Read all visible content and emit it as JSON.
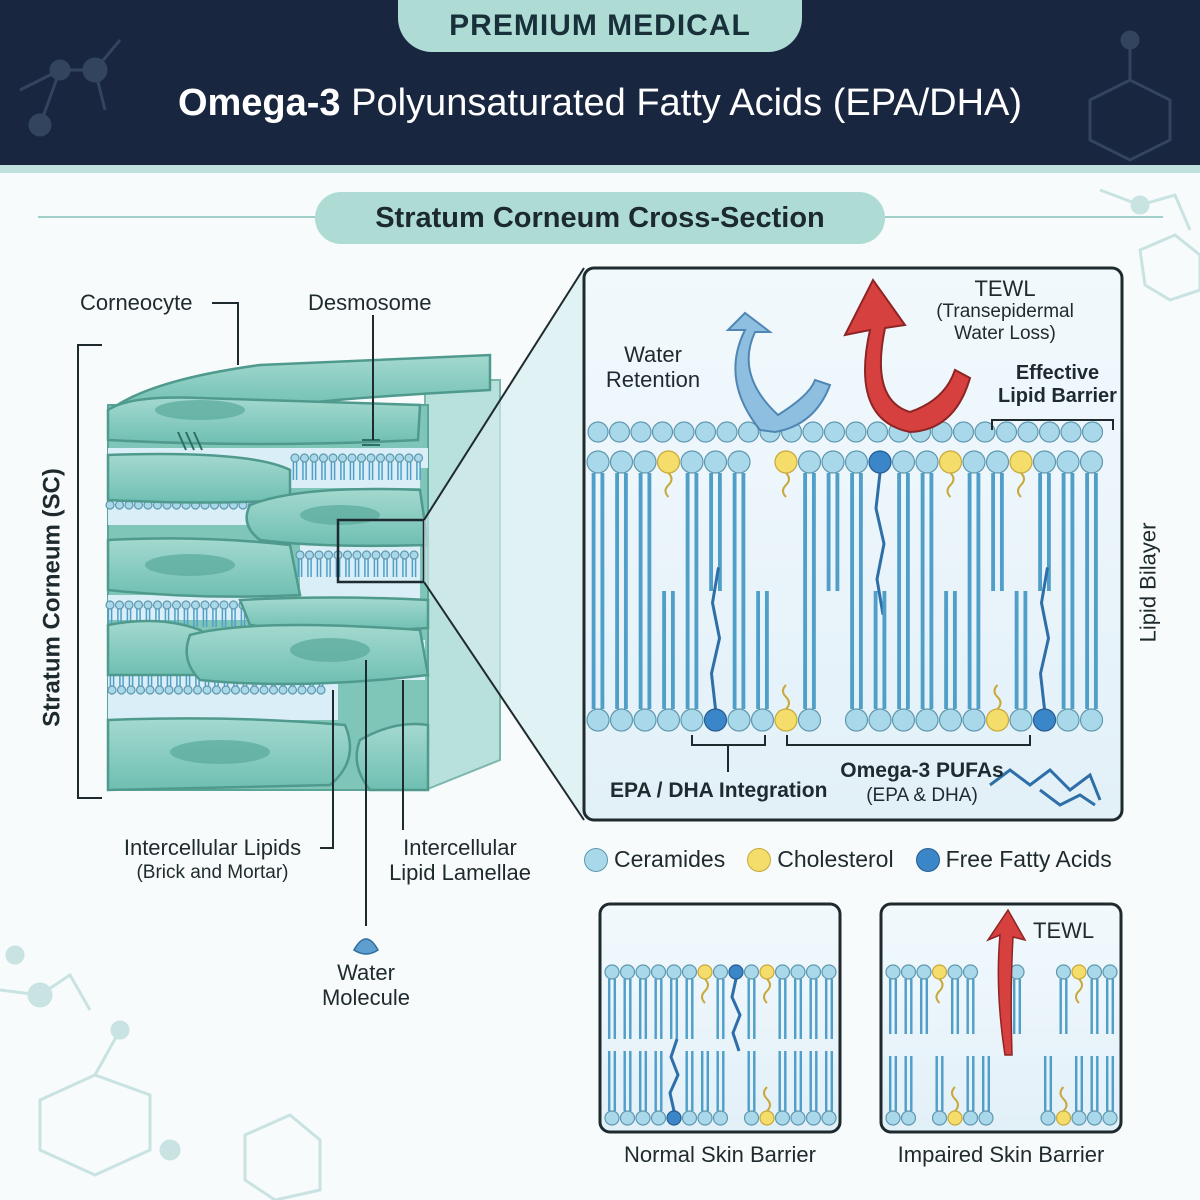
{
  "header": {
    "badge": "PREMIUM MEDICAL",
    "title_bold": "Omega-3",
    "title_rest": " Polyunsaturated Fatty Acids (EPA/DHA)"
  },
  "section_title": "Stratum Corneum Cross-Section",
  "left_diagram": {
    "corneocyte": "Corneocyte",
    "desmosome": "Desmosome",
    "stratum_corneum": "Stratum Corneum (SC)",
    "intercellular_lipids": "Intercellular Lipids",
    "brick_mortar": "(Brick and Mortar)",
    "lamellae_line1": "Intercellular",
    "lamellae_line2": "Lipid Lamellae",
    "water_line1": "Water",
    "water_line2": "Molecule"
  },
  "zoom_panel": {
    "tewl": "TEWL",
    "tewl_full_1": "(Transepidermal",
    "tewl_full_2": "Water Loss)",
    "water_retention_1": "Water",
    "water_retention_2": "Retention",
    "effective_1": "Effective",
    "effective_2": "Lipid Barrier",
    "lipid_bilayer": "Lipid Bilayer",
    "epa_dha": "EPA / DHA Integration",
    "omega_pufas": "Omega-3 PUFAs",
    "omega_sub": "(EPA & DHA)"
  },
  "legend": [
    {
      "label": "Ceramides",
      "color": "#a9d8ea"
    },
    {
      "label": "Cholesterol",
      "color": "#f4dd6a"
    },
    {
      "label": "Free Fatty Acids",
      "color": "#3b86c8"
    }
  ],
  "comparison": {
    "normal": "Normal Skin Barrier",
    "impaired": "Impaired Skin Barrier",
    "impaired_tewl": "TEWL"
  },
  "colors": {
    "navy": "#182640",
    "teal": "#aedcd5",
    "ceramide": "#a9d8ea",
    "cholesterol": "#f4dd6a",
    "fatty_acid": "#3b86c8",
    "tewl_red": "#d6403f",
    "retention_blue": "#8fbfe0"
  }
}
